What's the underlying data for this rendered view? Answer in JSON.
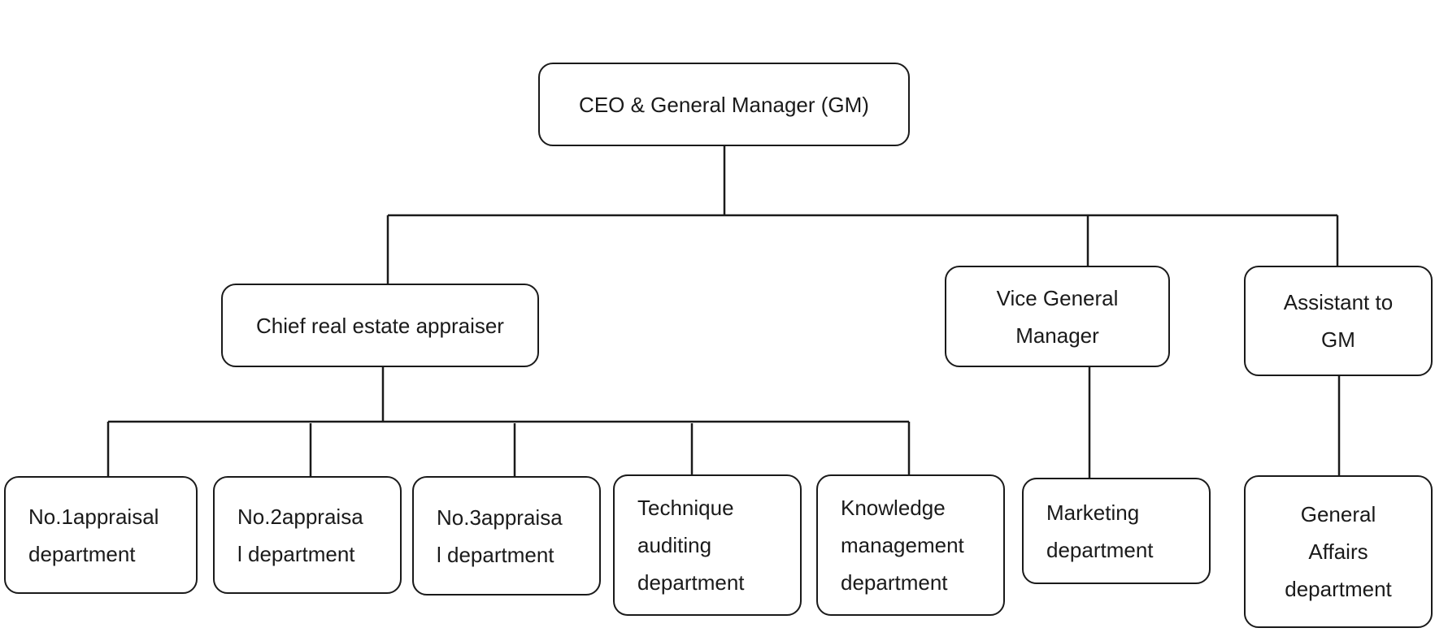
{
  "diagram": {
    "root": {
      "label": "CEO & General Manager (GM)"
    },
    "level1": [
      {
        "key": "chief",
        "label": "Chief real estate appraiser"
      },
      {
        "key": "vgm",
        "label": "Vice General\nManager"
      },
      {
        "key": "assistant",
        "label": "Assistant to\nGM"
      }
    ],
    "level2": [
      {
        "key": "no1",
        "label": "No.1appraisal\ndepartment"
      },
      {
        "key": "no2",
        "label": "No.2appraisa\nl department"
      },
      {
        "key": "no3",
        "label": "No.3appraisa\nl department"
      },
      {
        "key": "technique",
        "label": "Technique\nauditing\ndepartment"
      },
      {
        "key": "knowledge",
        "label": "Knowledge\nmanagement\ndepartment"
      },
      {
        "key": "marketing",
        "label": "Marketing\ndepartment"
      },
      {
        "key": "general_affairs",
        "label": "General\nAffairs\ndepartment"
      }
    ],
    "colors": {
      "stroke": "#1a1a1a",
      "fill": "#ffffff"
    }
  }
}
